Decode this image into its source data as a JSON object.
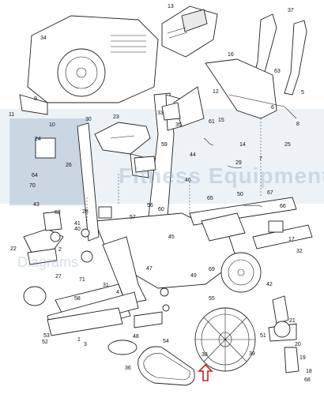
{
  "diagram": {
    "watermark_brand": "Fitness Equipment",
    "watermark_subtitle": "Diagrams",
    "highlight_arrow_color": "#cc1f1f",
    "watermark_color": "#8fa9c2",
    "callouts": [
      "1",
      "2",
      "3",
      "4",
      "5",
      "6",
      "7",
      "8",
      "9",
      "10",
      "11",
      "12",
      "13",
      "14",
      "15",
      "16",
      "17",
      "18",
      "19",
      "20",
      "21",
      "22",
      "23",
      "24",
      "25",
      "26",
      "27",
      "28",
      "29",
      "30",
      "31",
      "32",
      "33",
      "34",
      "35",
      "36",
      "37",
      "38",
      "39",
      "40",
      "41",
      "42",
      "43",
      "44",
      "45",
      "46",
      "47",
      "48",
      "49",
      "50",
      "51",
      "52",
      "53",
      "54",
      "55",
      "56",
      "57",
      "58",
      "59",
      "60",
      "61",
      "62",
      "63",
      "64",
      "65",
      "66",
      "67",
      "68",
      "69",
      "70",
      "71"
    ]
  }
}
